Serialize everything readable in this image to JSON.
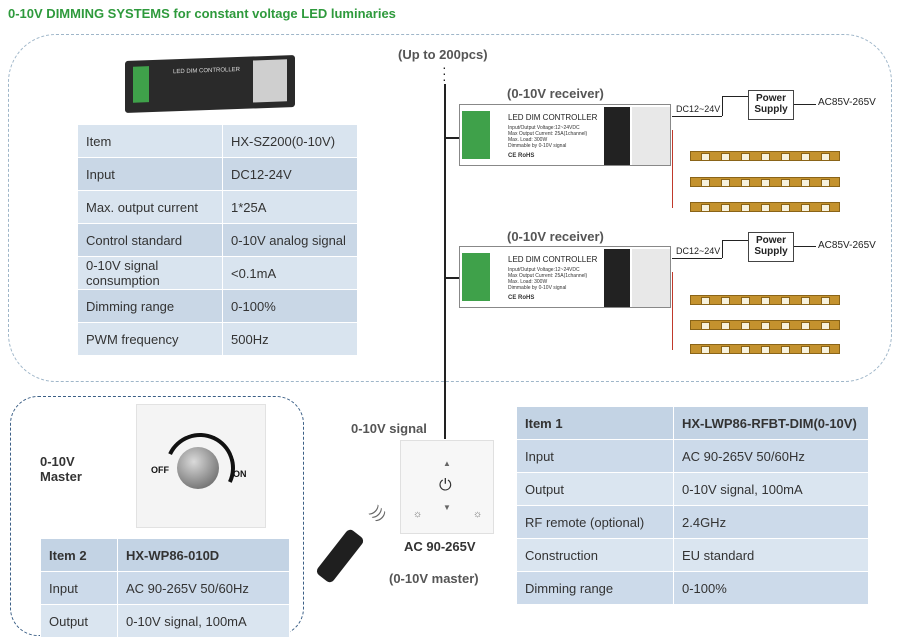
{
  "title": "0-10V DIMMING SYSTEMS for constant voltage LED luminaries",
  "up_to": "(Up to 200pcs)",
  "receiver_label": "(0-10V receiver)",
  "controller_name": "LED DIM CONTROLLER",
  "controller_specs": "Input/Output Voltage:12~24VDC\nMax Output Current: 25A(1channel)\nMax. Load: 300W\nDimmable by 0-10V signal",
  "controller_marks": "CE  RoHS",
  "dc_label": "DC12~24V",
  "psu_label": "Power Supply",
  "ac_label": "AC85V-265V",
  "signal_label": "0-10V signal",
  "master_title": "0-10V Master",
  "master_off": "OFF",
  "master_on": "ON",
  "ac_master": "AC 90-265V",
  "master_label": "(0-10V master)",
  "spec_table_1": [
    [
      "Item",
      "HX-SZ200(0-10V)"
    ],
    [
      "Input",
      "DC12-24V"
    ],
    [
      "Max. output current",
      "1*25A"
    ],
    [
      "Control standard",
      "0-10V analog signal"
    ],
    [
      "0-10V signal consumption",
      "<0.1mA"
    ],
    [
      "Dimming range",
      "0-100%"
    ],
    [
      "PWM frequency",
      "500Hz"
    ]
  ],
  "spec_table_2": [
    [
      "Item 1",
      "HX-LWP86-RFBT-DIM(0-10V)"
    ],
    [
      "Input",
      "AC 90-265V 50/60Hz"
    ],
    [
      "Output",
      "0-10V signal,  100mA"
    ],
    [
      "RF remote (optional)",
      "2.4GHz"
    ],
    [
      "Construction",
      "EU standard"
    ],
    [
      "Dimming range",
      "0-100%"
    ]
  ],
  "spec_table_3": [
    [
      "Item 2",
      "HX-WP86-010D"
    ],
    [
      "Input",
      "AC 90-265V 50/60Hz"
    ],
    [
      "Output",
      "0-10V signal,  100mA"
    ]
  ],
  "colors": {
    "title": "#2e9a3c",
    "dash_top": "#9fb6c9",
    "dash_bottom": "#3b5f86",
    "strip": "#c4922e"
  }
}
